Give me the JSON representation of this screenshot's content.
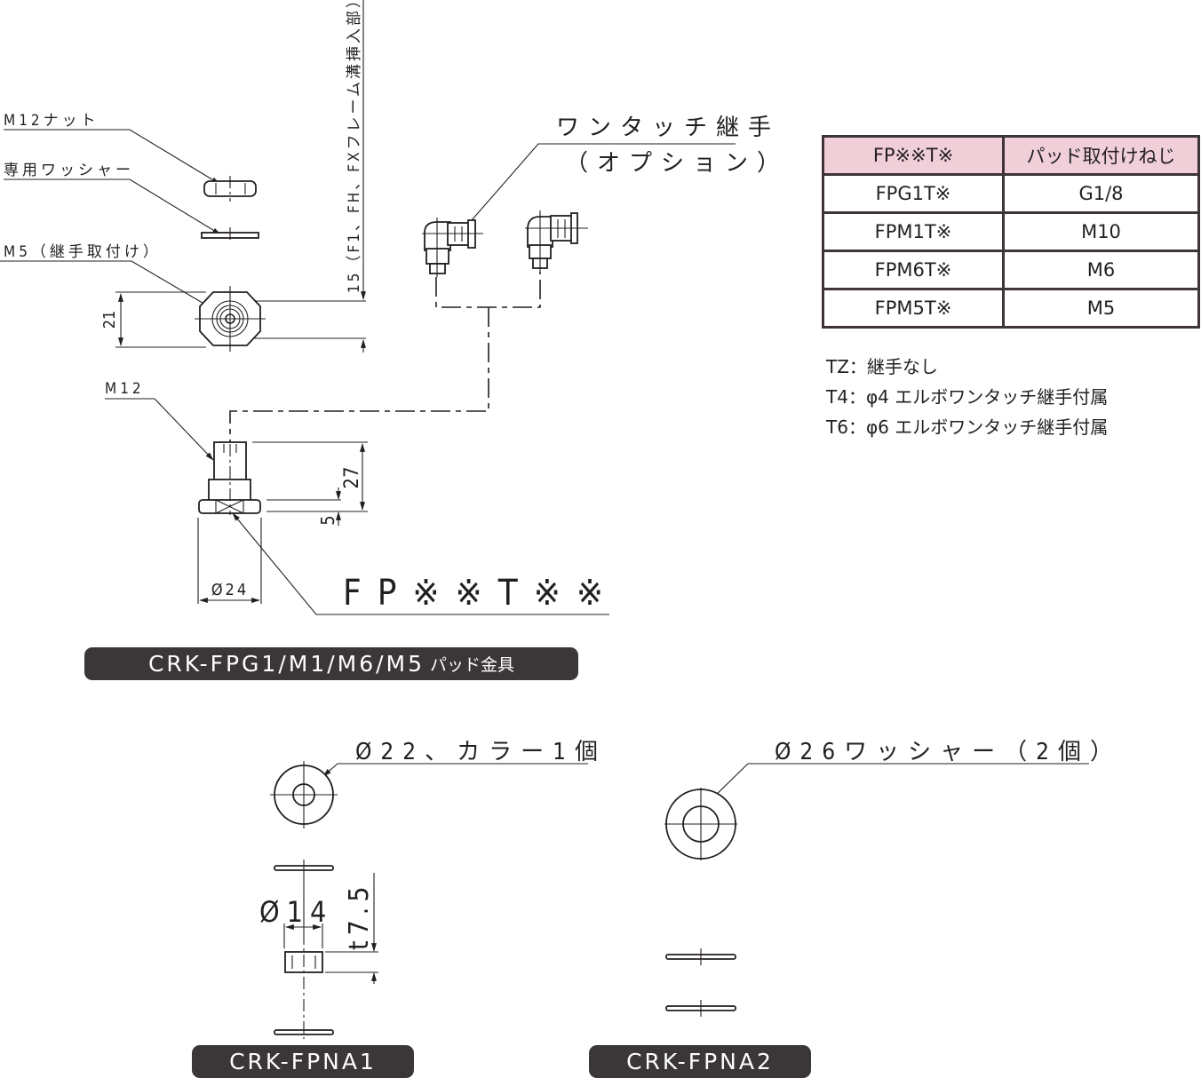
{
  "drawing": {
    "labels": {
      "m12_nut": "M12ナット",
      "washer": "専用ワッシャー",
      "m5_fitting": "M5（継手取付け）",
      "dim_21": "21",
      "frame_insert": "15（F1、FH、FXフレーム溝挿入部）",
      "one_touch_fitting": "ワンタッチ継手",
      "optional": "（オプション）",
      "m12": "M12",
      "dim_27": "27",
      "dim_5": "5",
      "dim_24": "Ø24",
      "model_code": "FP※※T※※",
      "collar": "Ø22、カラー1個",
      "dim_14": "Ø14",
      "dim_t75": "t7.5",
      "washer_26": "Ø26ワッシャー（2個）"
    }
  },
  "spec_table": {
    "headers": [
      "FP※※T※",
      "パッド取付けねじ"
    ],
    "rows": [
      [
        "FPG1T※",
        "G1/8"
      ],
      [
        "FPM1T※",
        "M10"
      ],
      [
        "FPM6T※",
        "M6"
      ],
      [
        "FPM5T※",
        "M5"
      ]
    ],
    "header_color": "#f0cfd8"
  },
  "notes": [
    "TZ：継手なし",
    "T4：φ4 エルボワンタッチ継手付属",
    "T6：φ6 エルボワンタッチ継手付属"
  ],
  "badges": {
    "pad_fitting": {
      "main": "CRK-FPG1/M1/M6/M5",
      "sub": "パッド金具"
    },
    "fpna1": "CRK-FPNA1",
    "fpna2": "CRK-FPNA2",
    "color": "#3b3637"
  }
}
